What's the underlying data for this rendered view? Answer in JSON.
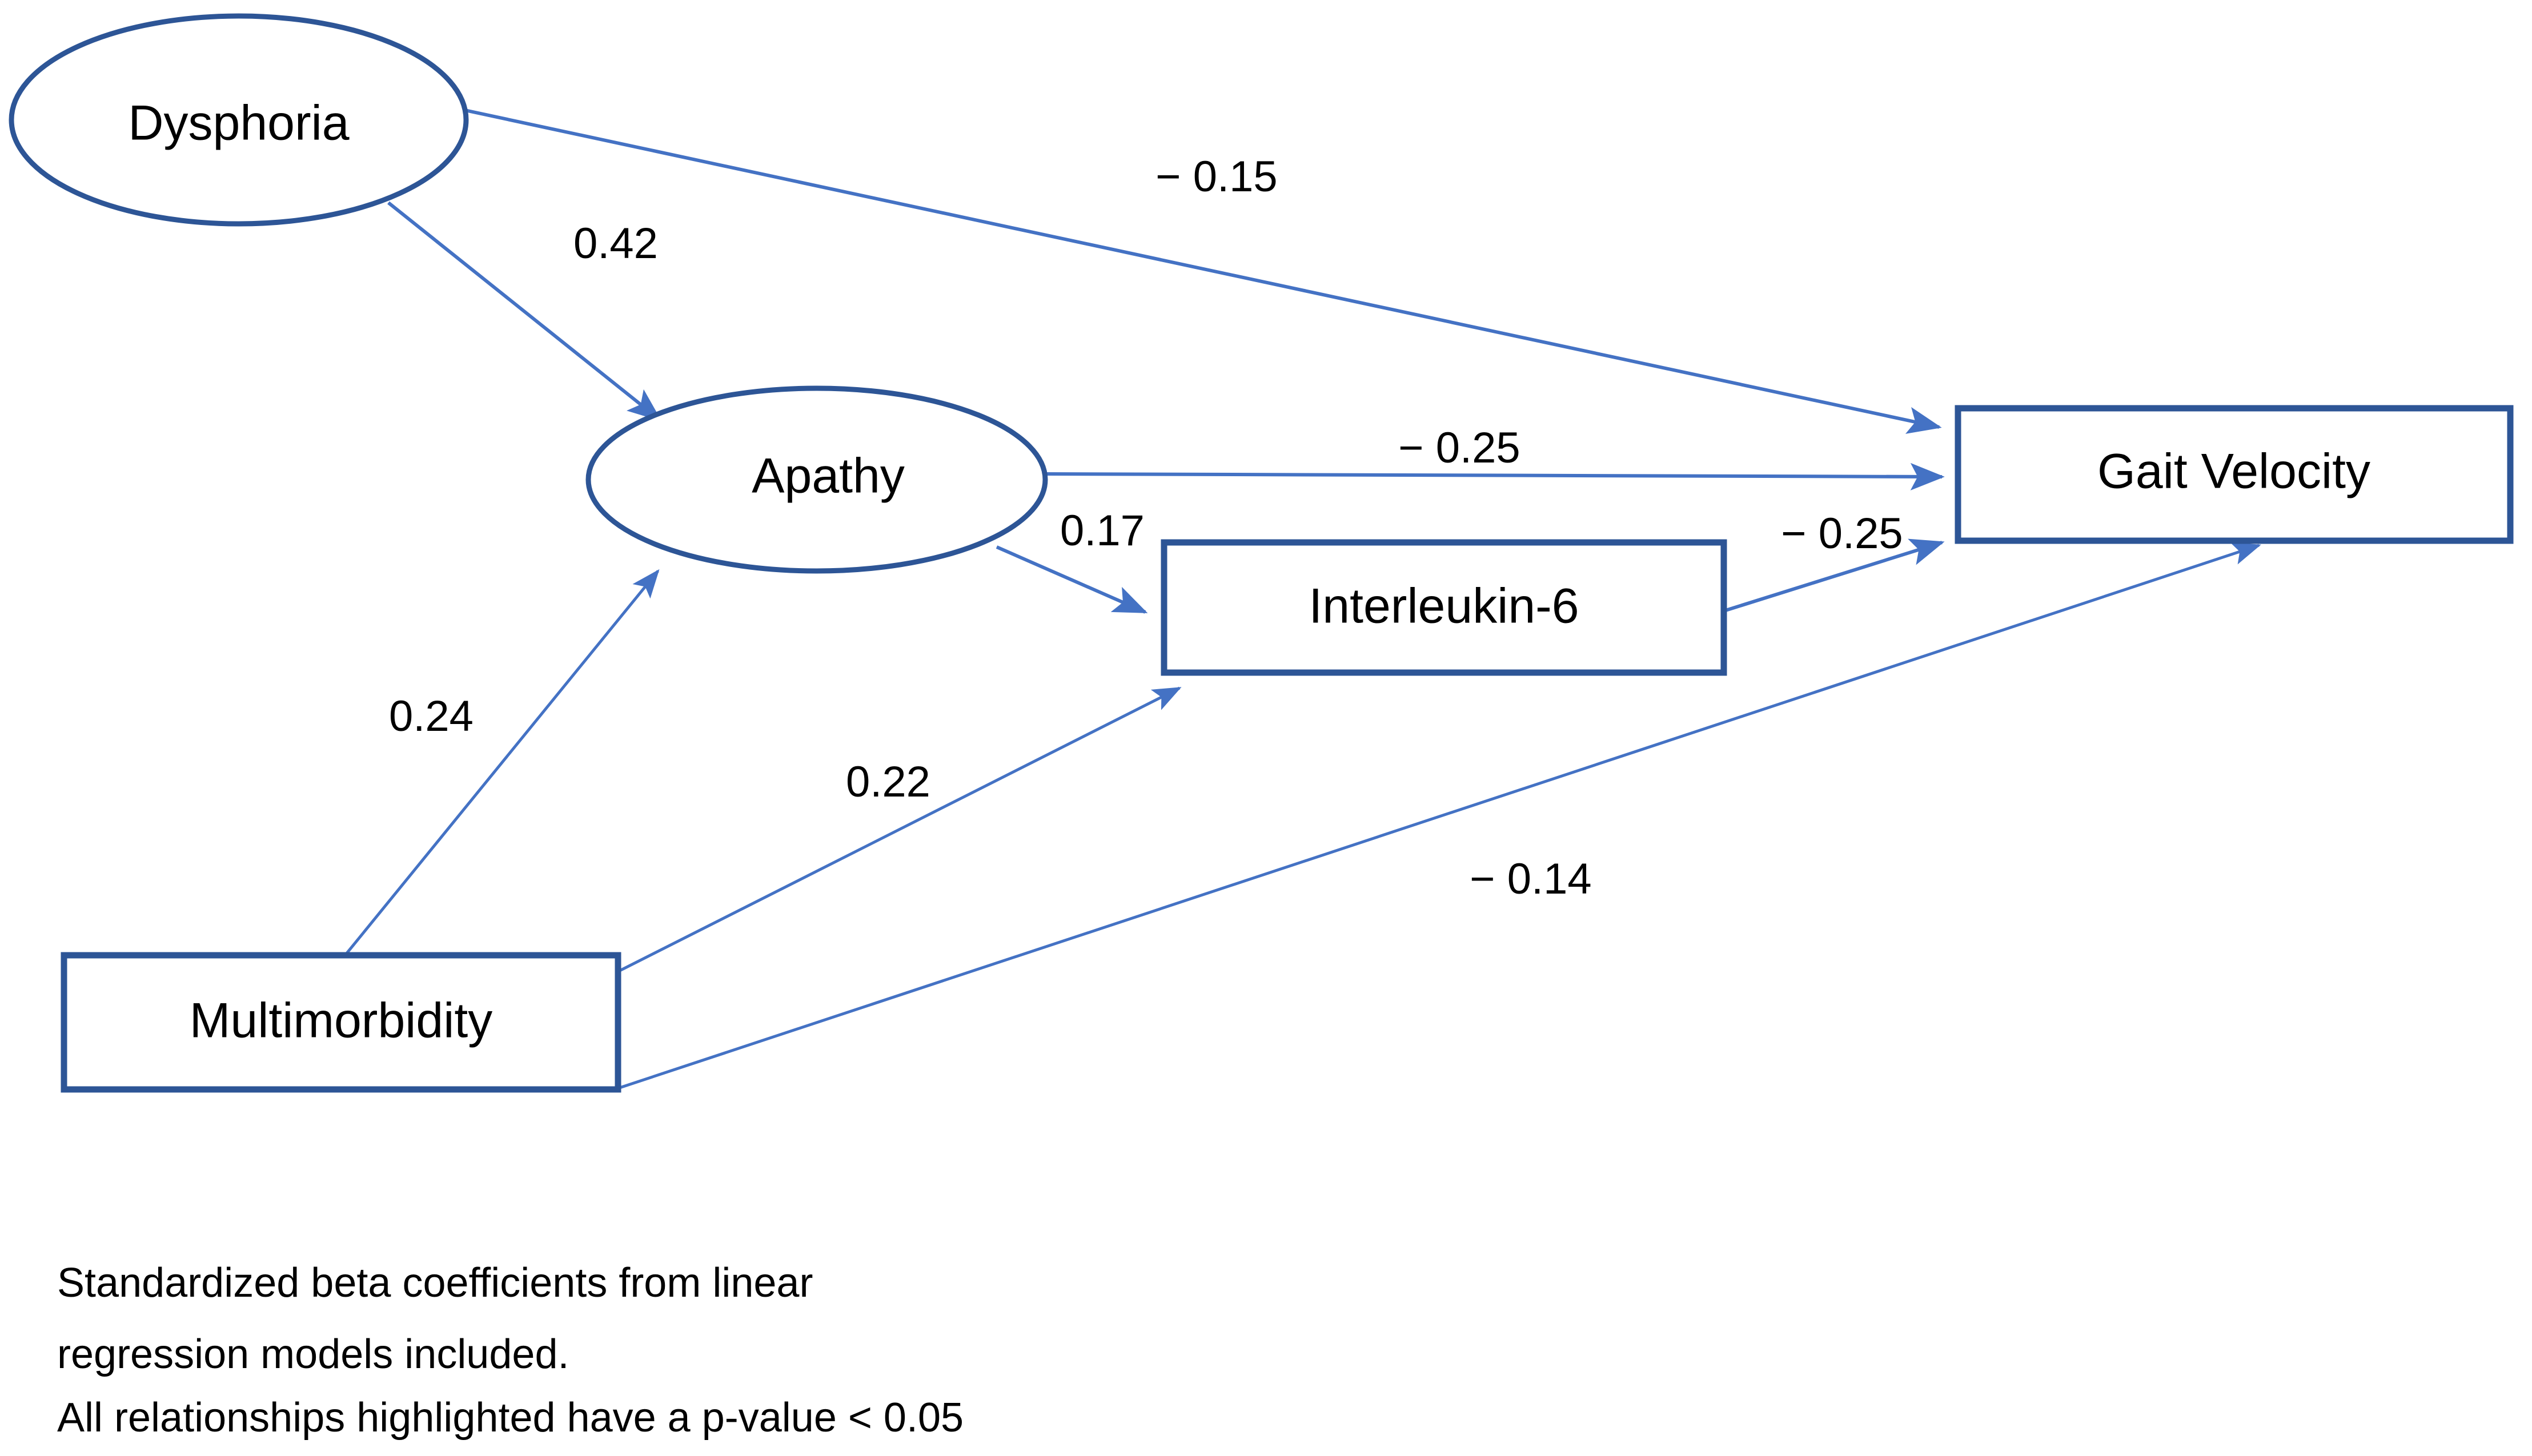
{
  "figure": {
    "type": "path-diagram",
    "background_color": "#ffffff",
    "node_stroke_color": "#2d5596",
    "edge_color": "#4472c4",
    "text_color": "#000000"
  },
  "nodes": [
    {
      "id": "dysphoria",
      "label": "Dysphoria",
      "shape": "ellipse"
    },
    {
      "id": "apathy",
      "label": "Apathy",
      "shape": "ellipse"
    },
    {
      "id": "interleukin6",
      "label": "Interleukin-6",
      "shape": "rectangle"
    },
    {
      "id": "multimorbidity",
      "label": "Multimorbidity",
      "shape": "rectangle"
    },
    {
      "id": "gaitvelocity",
      "label": "Gait Velocity",
      "shape": "rectangle"
    }
  ],
  "edges": [
    {
      "id": "dysphoria-apathy",
      "from": "dysphoria",
      "to": "apathy",
      "label": "0.42"
    },
    {
      "id": "dysphoria-gaitvelocity",
      "from": "dysphoria",
      "to": "gaitvelocity",
      "label": "− 0.15"
    },
    {
      "id": "apathy-gaitvelocity",
      "from": "apathy",
      "to": "gaitvelocity",
      "label": "− 0.25"
    },
    {
      "id": "apathy-interleukin6",
      "from": "apathy",
      "to": "interleukin6",
      "label": "0.17"
    },
    {
      "id": "interleukin6-gaitvelocity",
      "from": "interleukin6",
      "to": "gaitvelocity",
      "label": "− 0.25"
    },
    {
      "id": "multimorbidity-apathy",
      "from": "multimorbidity",
      "to": "apathy",
      "label": "0.24"
    },
    {
      "id": "multimorbidity-interleukin6",
      "from": "multimorbidity",
      "to": "interleukin6",
      "label": "0.22"
    },
    {
      "id": "multimorbidity-gaitvelocity",
      "from": "multimorbidity",
      "to": "gaitvelocity",
      "label": "− 0.14"
    }
  ],
  "caption": {
    "lines": [
      "Standardized beta coefficients from linear",
      "regression models included.",
      "All relationships highlighted have a p-value < 0.05"
    ]
  },
  "chart_data": {
    "type": "diagram",
    "title": "",
    "nodes": [
      "Dysphoria",
      "Apathy",
      "Interleukin-6",
      "Multimorbidity",
      "Gait Velocity"
    ],
    "edges": [
      {
        "source": "Dysphoria",
        "target": "Apathy",
        "beta": 0.42,
        "label": "0.42"
      },
      {
        "source": "Dysphoria",
        "target": "Gait Velocity",
        "beta": -0.15,
        "label": "− 0.15"
      },
      {
        "source": "Apathy",
        "target": "Gait Velocity",
        "beta": -0.25,
        "label": "− 0.25"
      },
      {
        "source": "Apathy",
        "target": "Interleukin-6",
        "beta": 0.17,
        "label": "0.17"
      },
      {
        "source": "Interleukin-6",
        "target": "Gait Velocity",
        "beta": -0.25,
        "label": "− 0.25"
      },
      {
        "source": "Multimorbidity",
        "target": "Apathy",
        "beta": 0.24,
        "label": "0.24"
      },
      {
        "source": "Multimorbidity",
        "target": "Interleukin-6",
        "beta": 0.22,
        "label": "0.22"
      },
      {
        "source": "Multimorbidity",
        "target": "Gait Velocity",
        "beta": -0.14,
        "label": "− 0.14"
      }
    ],
    "note": "Standardized beta coefficients from linear regression models included. All relationships highlighted have a p-value < 0.05"
  }
}
